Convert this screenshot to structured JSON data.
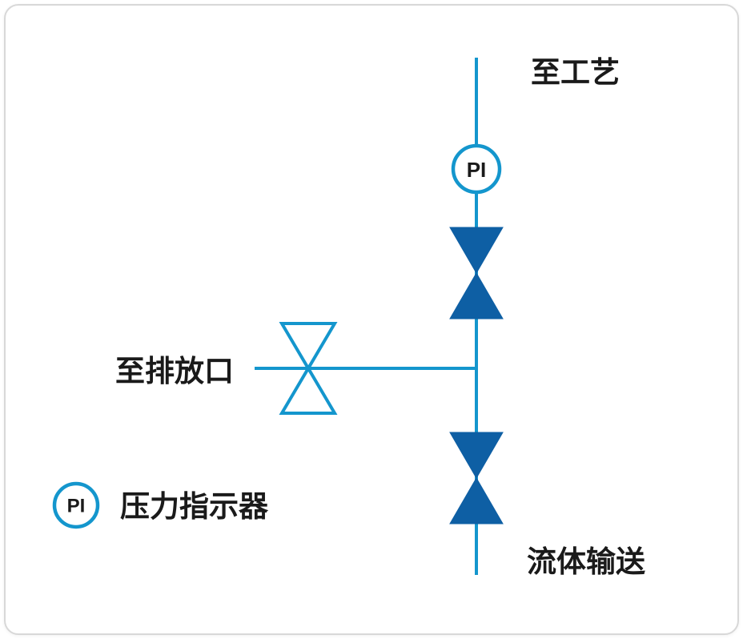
{
  "colors": {
    "line": "#1496cd",
    "valve-fill": "#0e5fa4",
    "text": "#1a1a1a",
    "card-bg": "#ffffff",
    "card-border": "#d8d8d8",
    "page-bg": "#ffffff"
  },
  "diagram": {
    "top_label": "至工艺",
    "drain_label": "至排放口",
    "bottom_label": "流体输送",
    "pi_tag": "PI",
    "legend": {
      "symbol": "PI",
      "label": "压力指示器"
    }
  }
}
